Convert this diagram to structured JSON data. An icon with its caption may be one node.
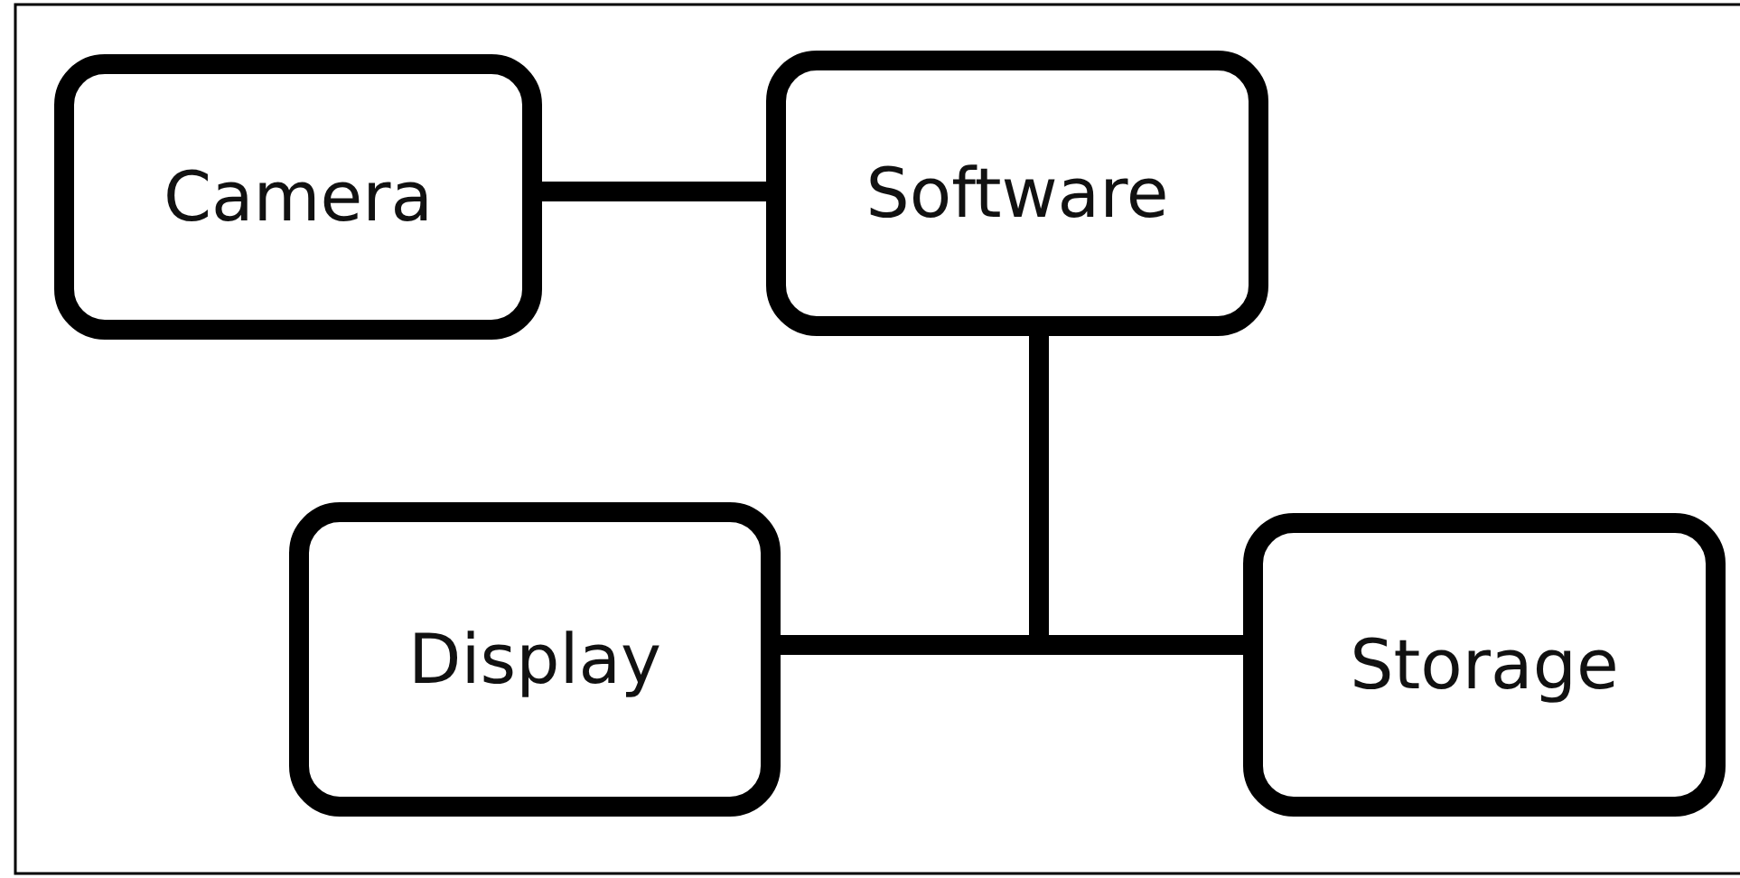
{
  "diagram": {
    "nodes": [
      {
        "text": [
          "Camera"
        ]
      },
      {
        "text": [
          "Software"
        ]
      },
      {
        "text": [
          "Display"
        ]
      },
      {
        "text": [
          "Storage"
        ]
      }
    ],
    "edges": [
      {
        "from": 0,
        "to": 1,
        "arrow": "none"
      },
      {
        "from": 1,
        "to": 2,
        "arrow": "none"
      },
      {
        "from": 1,
        "to": 3,
        "arrow": "none"
      }
    ]
  }
}
